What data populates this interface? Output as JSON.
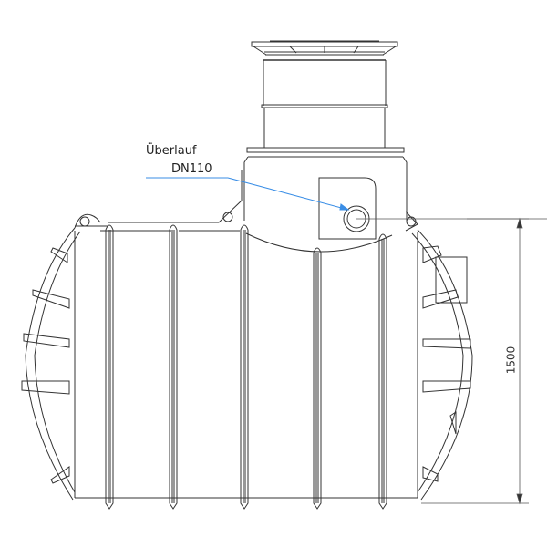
{
  "drawing": {
    "type": "tank side elevation",
    "annotation": {
      "line1": "Überlauf",
      "line2": "DN110",
      "leader_color": "#3a8ee6"
    },
    "dimension": {
      "label": "1500",
      "orientation": "vertical"
    },
    "colors": {
      "stroke": "#333333",
      "background": "#ffffff"
    }
  }
}
